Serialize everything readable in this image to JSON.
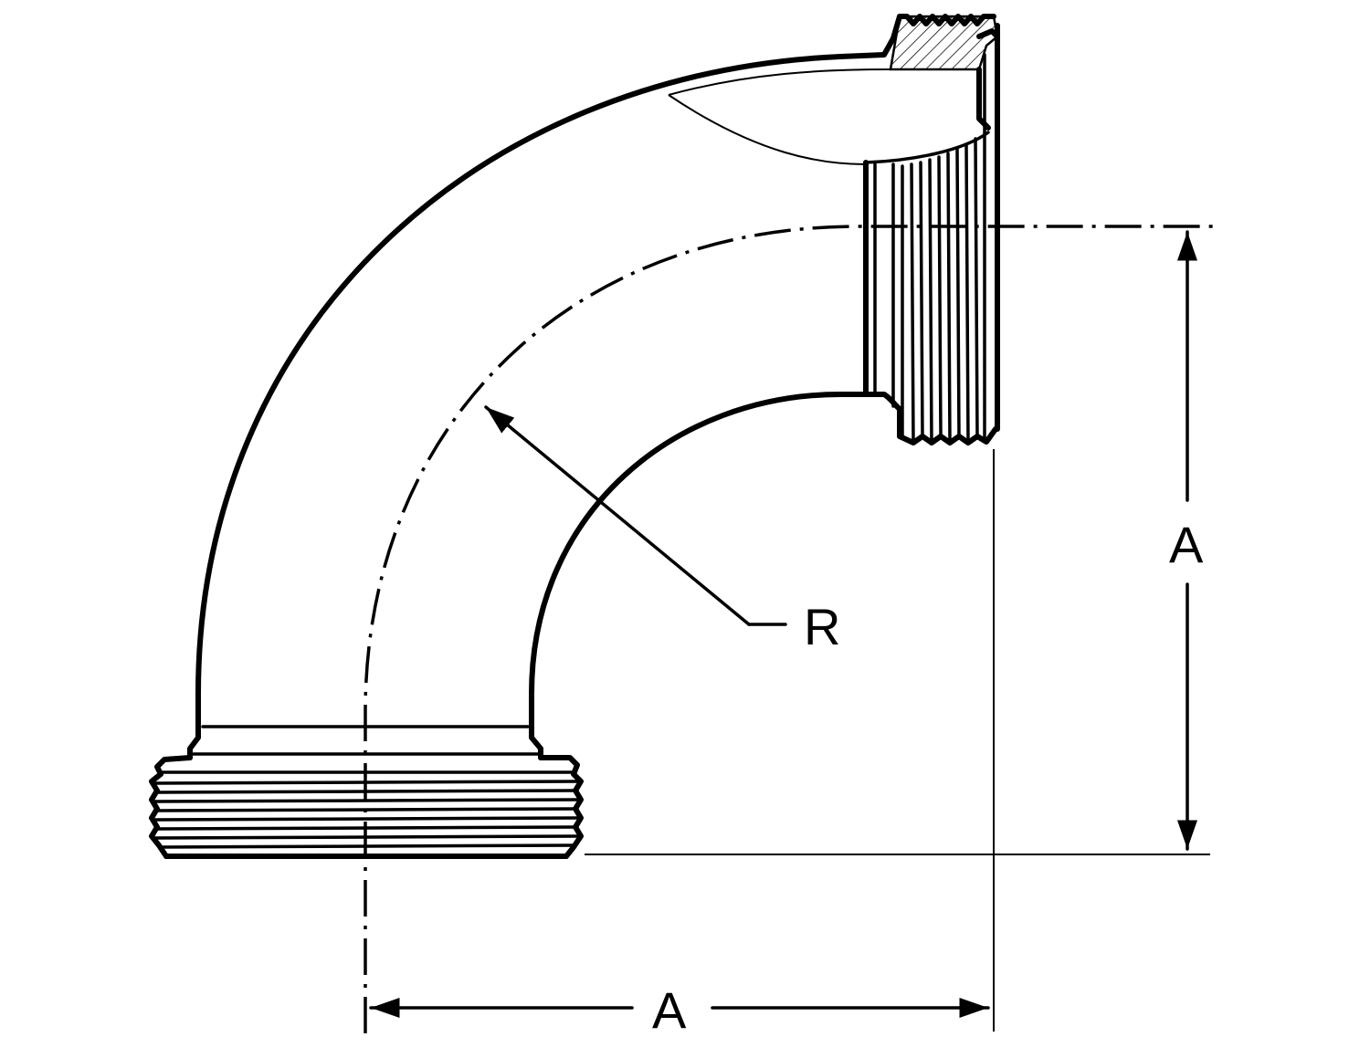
{
  "labels": {
    "radius": "R",
    "dim_horizontal": "A",
    "dim_vertical": "A"
  },
  "colors": {
    "line": "#000000",
    "background": "#ffffff"
  }
}
